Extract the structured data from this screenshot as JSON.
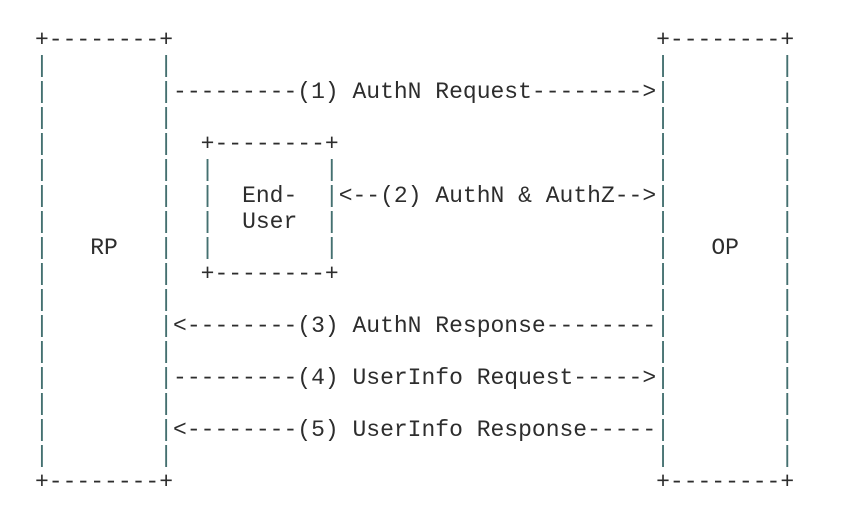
{
  "colors": {
    "background": "#ffffff",
    "text": "#2d2d2d",
    "pipe_accent": "#447070"
  },
  "diagram": {
    "kind": "ascii-sequence-diagram",
    "nodes": [
      {
        "id": "rp",
        "label": "RP"
      },
      {
        "id": "end-user",
        "label_line1": "End-",
        "label_line2": "User"
      },
      {
        "id": "op",
        "label": "OP"
      }
    ],
    "steps": [
      {
        "number": "(1)",
        "label": "AuthN Request",
        "from": "RP",
        "to": "OP",
        "arrow": "-->"
      },
      {
        "number": "(2)",
        "label": "AuthN & AuthZ",
        "from": "End-User",
        "to": "OP",
        "arrow": "<-->"
      },
      {
        "number": "(3)",
        "label": "AuthN Response",
        "from": "OP",
        "to": "RP",
        "arrow": "<--"
      },
      {
        "number": "(4)",
        "label": "UserInfo Request",
        "from": "RP",
        "to": "OP",
        "arrow": "-->"
      },
      {
        "number": "(5)",
        "label": "UserInfo Response",
        "from": "OP",
        "to": "RP",
        "arrow": "<--"
      }
    ],
    "ascii_lines": [
      "+--------+                                   +--------+",
      "|        |                                   |        |",
      "|        |---------(1) AuthN Request-------->|        |",
      "|        |                                   |        |",
      "|        |  +--------+                       |        |",
      "|        |  |        |                       |        |",
      "|        |  |  End-  |<--(2) AuthN & AuthZ-->|        |",
      "|        |  |  User  |                       |        |",
      "|   RP   |  |        |                       |   OP   |",
      "|        |  +--------+                       |        |",
      "|        |                                   |        |",
      "|        |<--------(3) AuthN Response--------|        |",
      "|        |                                   |        |",
      "|        |---------(4) UserInfo Request----->|        |",
      "|        |                                   |        |",
      "|        |<--------(5) UserInfo Response-----|        |",
      "|        |                                   |        |",
      "+--------+                                   +--------+"
    ]
  }
}
